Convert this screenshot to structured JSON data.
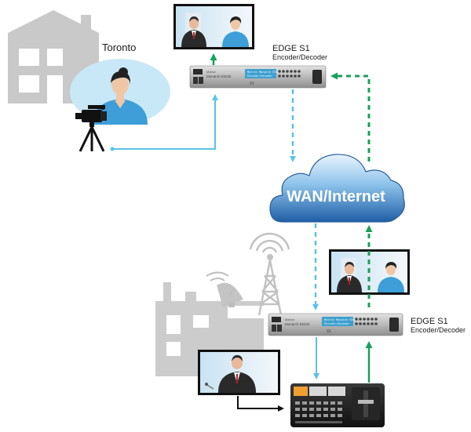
{
  "location": {
    "city": "Toronto"
  },
  "top_device": {
    "name": "EDGE S1",
    "role": "Encoder/Decoder",
    "faceplate_brand": "Matrox",
    "faceplate_model": "Monarch EDGE",
    "display_line1": "Matrox Monarch EDGE",
    "display_line2": "Encoder/Decoder"
  },
  "bottom_device": {
    "name": "EDGE S1",
    "role": "Encoder/Decoder",
    "faceplate_brand": "Matrox",
    "faceplate_model": "Monarch EDGE",
    "display_line1": "Matrox Monarch EDGE",
    "display_line2": "Encoder/Decoder"
  },
  "network": {
    "label": "WAN/Internet"
  },
  "colors": {
    "uplink_blue": "#5bc2e7",
    "return_green": "#1aa05a",
    "building_gray": "#c9c9c9",
    "cloud_blue": "#2f6fb3",
    "presenter_shirt": "#3d9ed8"
  }
}
